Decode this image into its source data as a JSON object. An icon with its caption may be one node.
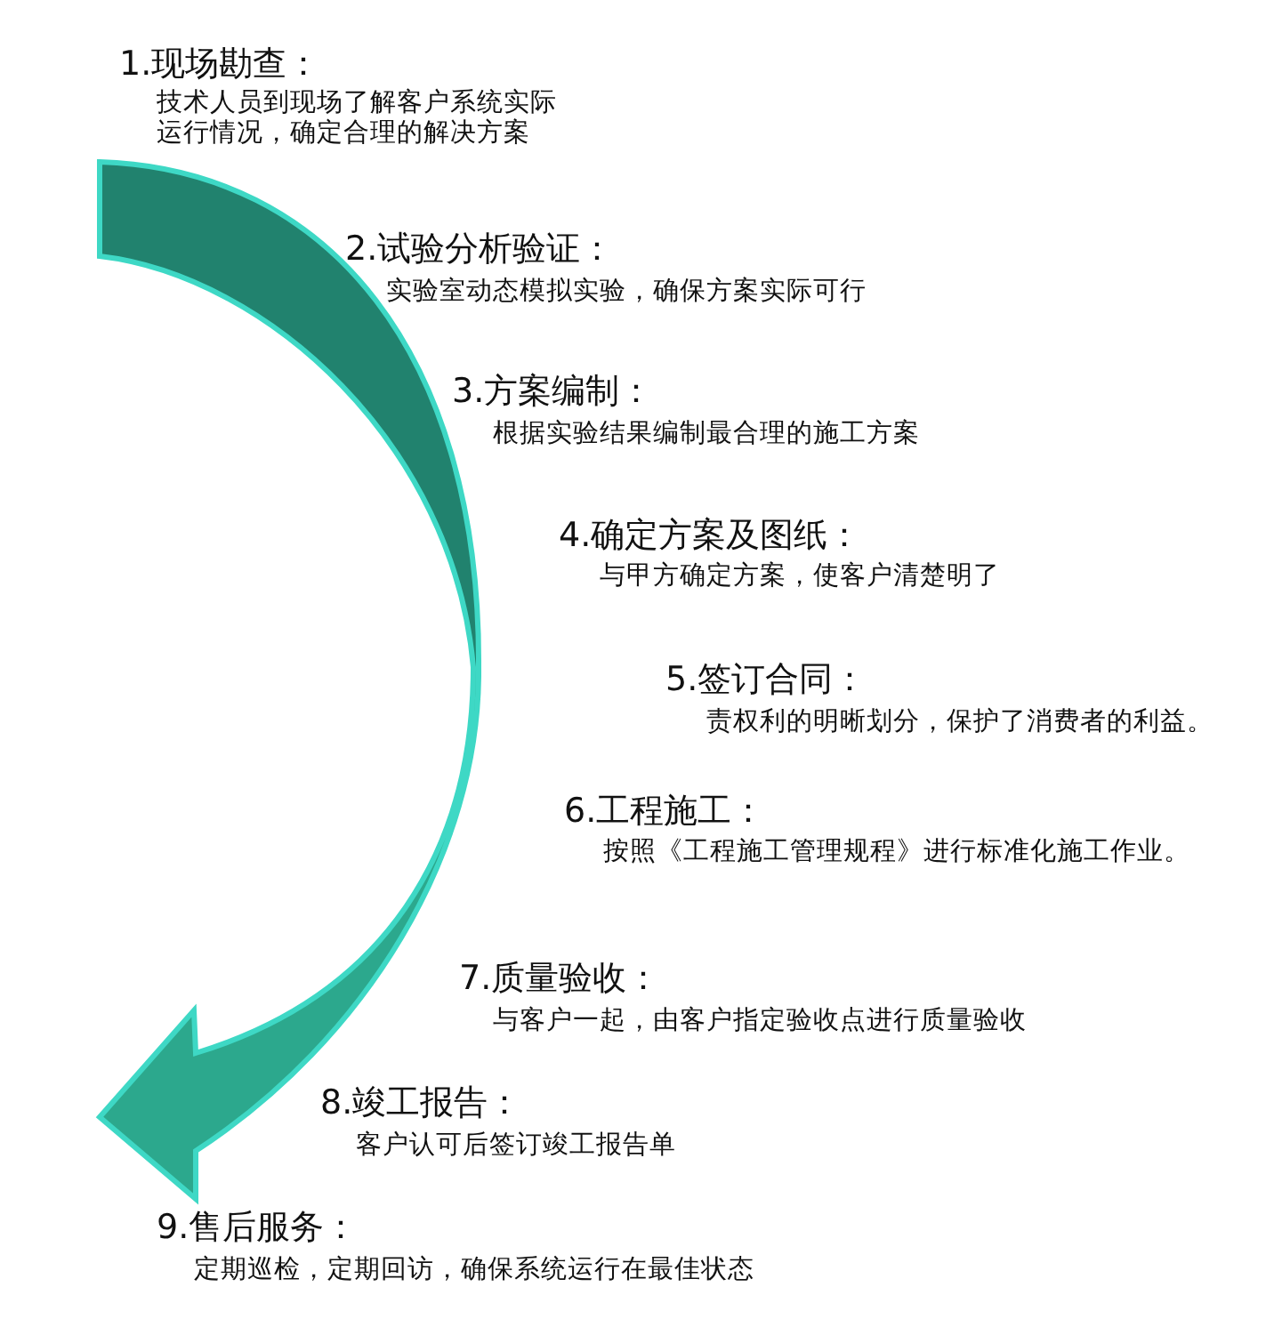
{
  "diagram": {
    "labels": [
      "1.现场勘查：",
      "技术人员到现场了解客户系统实际运行情况，确定合理的解决方案",
      "2.试验分析验证：",
      "实验室动态模拟实验，确保方案实际可行",
      "3.方案编制：",
      "根据实验结果编制最合理的施工方案",
      "4.确定方案及图纸：",
      "与甲方确定方案，使客户清楚明了",
      "5.签订合同：",
      "责权利的明晰划分，保护了消费者的利益。",
      "6.工程施工：",
      "按照《工程施工管理规程》进行标准化施工作业。",
      "7.质量验收：",
      "与客户一起，由客户指定验收点进行质量验收",
      "8.竣工报告：",
      "客户认可后签订竣工报告单",
      "9.售后服务：",
      "定期巡检，定期回访，确保系统运行在最佳状态"
    ]
  }
}
